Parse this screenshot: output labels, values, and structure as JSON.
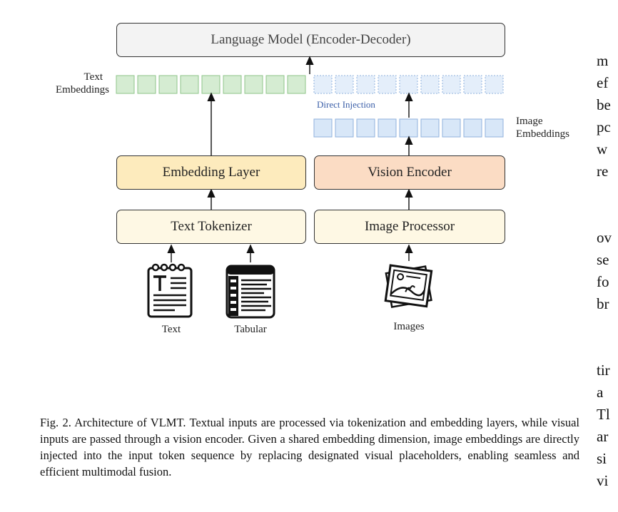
{
  "diagram": {
    "language_model": "Language Model (Encoder-Decoder)",
    "text_embeddings_label": "Text\nEmbeddings",
    "image_embeddings_label": "Image\nEmbeddings",
    "direct_injection": "Direct Injection",
    "embedding_layer": "Embedding Layer",
    "vision_encoder": "Vision Encoder",
    "text_tokenizer": "Text Tokenizer",
    "image_processor": "Image Processor",
    "inputs": [
      "Text",
      "Tabular",
      "Images"
    ],
    "colors": {
      "text_embed": "#d5ecd2",
      "text_embed_border": "#8fc48a",
      "image_embed": "#d8e7f8",
      "image_embed_border": "#8fb2dd",
      "direct_injection": "#3b5fa8"
    }
  },
  "caption": "Fig. 2.  Architecture of VLMT. Textual inputs are processed via tokenization and embedding layers, while visual inputs are passed through a vision encoder. Given a shared embedding dimension, image embeddings are directly injected into the input token sequence by replacing designated visual placeholders, enabling seamless and efficient multimodal fusion.",
  "right_column_fragments": [
    "m",
    "ef",
    "be",
    "pc",
    "w",
    "re",
    "",
    "ov",
    "se",
    "fo",
    "br",
    "",
    "",
    "tir",
    "a",
    "Tl",
    "ar",
    "si",
    "vi"
  ]
}
